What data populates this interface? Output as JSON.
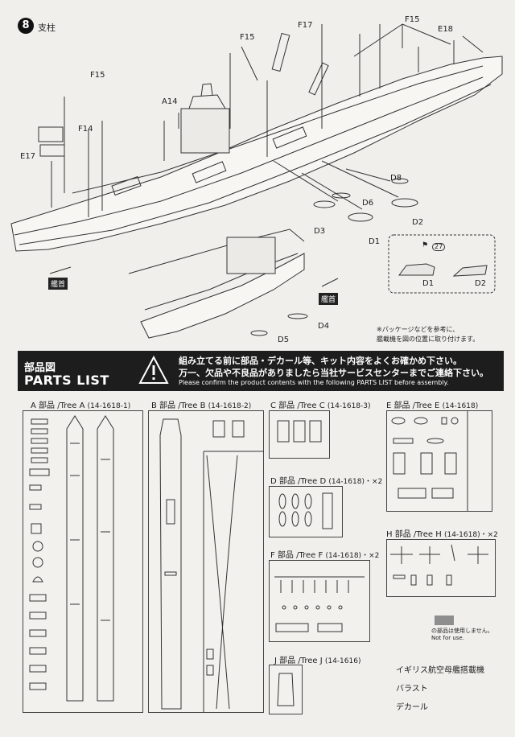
{
  "step": {
    "number": "8",
    "title": "支柱"
  },
  "assembly_labels": {
    "F17": "F17",
    "F15": "F15",
    "E18": "E18",
    "A14": "A14",
    "F14": "F14",
    "E17": "E17",
    "D1": "D1",
    "D2": "D2",
    "D3": "D3",
    "D4": "D4",
    "D5": "D5",
    "D6": "D6",
    "D8": "D8",
    "ref_number": "27",
    "bow": "艦首"
  },
  "notes": {
    "line1": "※パッケージなどを参考に、",
    "line2": "艦載機を図の位置に取り付けます。"
  },
  "parts_list": {
    "title_jp": "部品図",
    "title_en": "PARTS LIST",
    "warning_line1": "組み立てる前に部品・デカール等、キット内容をよくお確かめ下さい。",
    "warning_line2": "万一、欠品や不良品がありましたら当社サービスセンターまでご連絡下さい。",
    "warning_en": "Please confirm the product contents with the following PARTS LIST before assembly."
  },
  "trees": {
    "a": {
      "label": "A 部品 /Tree A",
      "code": "(14-1618-1)"
    },
    "b": {
      "label": "B 部品 /Tree B",
      "code": "(14-1618-2)"
    },
    "c": {
      "label": "C 部品 /Tree C",
      "code": "(14-1618-3)"
    },
    "d": {
      "label": "D 部品 /Tree D",
      "code": "(14-1618)・×2"
    },
    "e": {
      "label": "E 部品 /Tree E",
      "code": "(14-1618)"
    },
    "f": {
      "label": "F 部品 /Tree F",
      "code": "(14-1618)・×2"
    },
    "h": {
      "label": "H 部品 /Tree H",
      "code": "(14-1618)・×2"
    },
    "j": {
      "label": "J 部品 /Tree J",
      "code": "(14-1616)"
    }
  },
  "legend": {
    "line1": "の部品は使用しません。",
    "line2": "Not for use."
  },
  "accessories": [
    "イギリス航空母艦搭載機",
    "バラスト",
    "デカール"
  ]
}
